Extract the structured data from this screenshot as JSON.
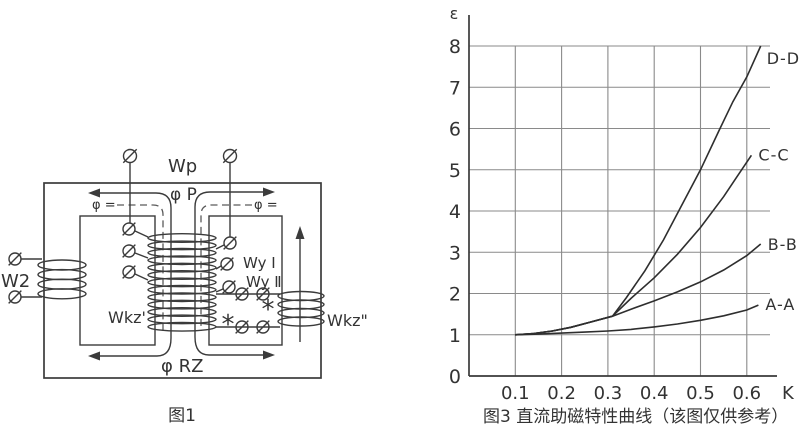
{
  "figure1": {
    "caption": "图1",
    "labels": {
      "wp": "Wp",
      "phi_p": "φ P",
      "phi_eq_left": "φ =",
      "phi_eq_right": "φ =",
      "w2": "W2",
      "wkz_prime": "Wkz'",
      "wy1": "Wy I",
      "wy2": "Wy Ⅱ",
      "wkz_dprime": "Wkz\"",
      "phi_rz": "φ RZ",
      "polarity_mark_1": "*",
      "polarity_mark_2": "*"
    }
  },
  "figure3": {
    "caption": "图3 直流助磁特性曲线（该图仅供参考）"
  },
  "chart_data": {
    "type": "line",
    "title": "图3 直流助磁特性曲线（该图仅供参考）",
    "xlabel": "K",
    "ylabel": "ε",
    "xlim": [
      0,
      0.67
    ],
    "ylim": [
      0,
      8.75
    ],
    "grid": true,
    "legend_position": "inline-right-of-curves",
    "x_ticks": [
      "0.1",
      "0.2",
      "0.3",
      "0.4",
      "0.5",
      "0.6"
    ],
    "y_ticks": [
      "0",
      "1",
      "2",
      "3",
      "4",
      "5",
      "6",
      "7",
      "8"
    ],
    "series": [
      {
        "name": "A-A",
        "points": [
          [
            0.1,
            1.0
          ],
          [
            0.15,
            1.015
          ],
          [
            0.2,
            1.04
          ],
          [
            0.25,
            1.065
          ],
          [
            0.3,
            1.09
          ],
          [
            0.35,
            1.13
          ],
          [
            0.4,
            1.19
          ],
          [
            0.45,
            1.26
          ],
          [
            0.5,
            1.35
          ],
          [
            0.55,
            1.46
          ],
          [
            0.6,
            1.6
          ],
          [
            0.625,
            1.72
          ]
        ]
      },
      {
        "name": "B-B",
        "points": [
          [
            0.1,
            1.0
          ],
          [
            0.14,
            1.03
          ],
          [
            0.18,
            1.09
          ],
          [
            0.22,
            1.18
          ],
          [
            0.26,
            1.3
          ],
          [
            0.31,
            1.45
          ],
          [
            0.35,
            1.62
          ],
          [
            0.4,
            1.82
          ],
          [
            0.45,
            2.04
          ],
          [
            0.5,
            2.28
          ],
          [
            0.55,
            2.57
          ],
          [
            0.6,
            2.92
          ],
          [
            0.63,
            3.2
          ]
        ]
      },
      {
        "name": "C-C",
        "points": [
          [
            0.1,
            1.0
          ],
          [
            0.14,
            1.03
          ],
          [
            0.18,
            1.09
          ],
          [
            0.22,
            1.18
          ],
          [
            0.26,
            1.3
          ],
          [
            0.31,
            1.45
          ],
          [
            0.35,
            1.88
          ],
          [
            0.4,
            2.38
          ],
          [
            0.45,
            2.95
          ],
          [
            0.5,
            3.6
          ],
          [
            0.55,
            4.35
          ],
          [
            0.58,
            4.85
          ],
          [
            0.61,
            5.35
          ]
        ]
      },
      {
        "name": "D-D",
        "points": [
          [
            0.1,
            1.0
          ],
          [
            0.14,
            1.03
          ],
          [
            0.18,
            1.09
          ],
          [
            0.22,
            1.18
          ],
          [
            0.26,
            1.3
          ],
          [
            0.31,
            1.45
          ],
          [
            0.34,
            1.9
          ],
          [
            0.38,
            2.55
          ],
          [
            0.42,
            3.3
          ],
          [
            0.46,
            4.15
          ],
          [
            0.5,
            5.0
          ],
          [
            0.54,
            5.95
          ],
          [
            0.57,
            6.65
          ],
          [
            0.6,
            7.25
          ],
          [
            0.63,
            8.0
          ]
        ]
      }
    ]
  }
}
